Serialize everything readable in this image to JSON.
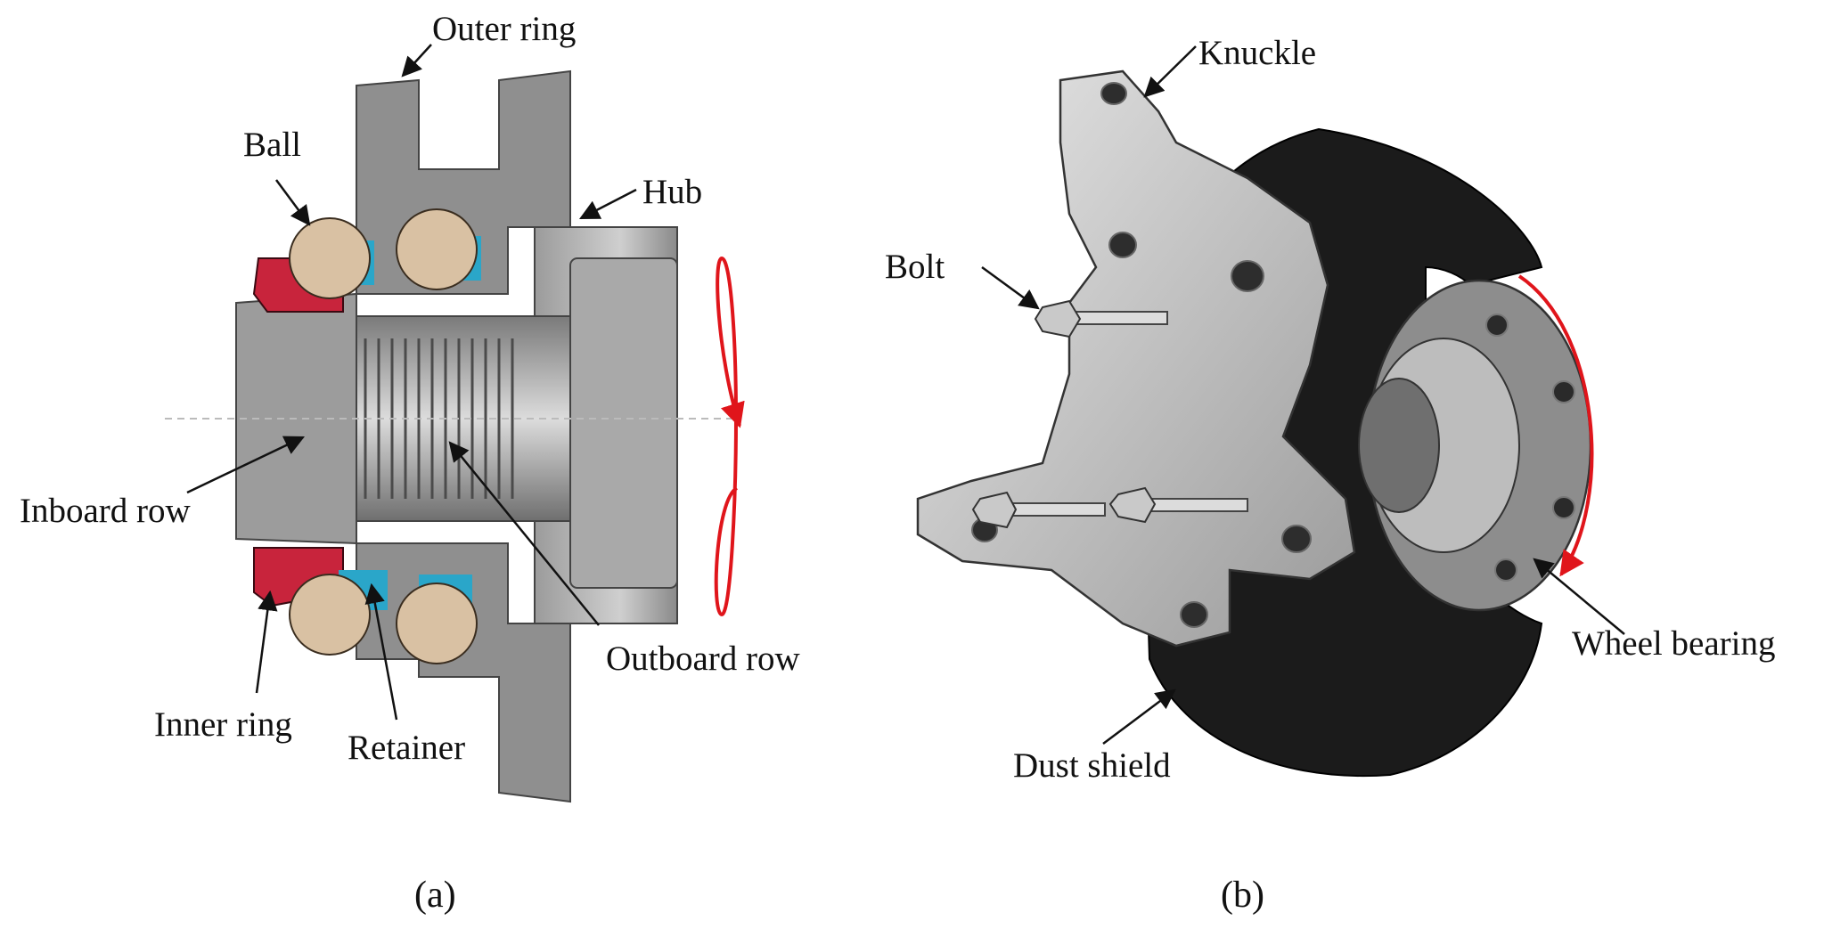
{
  "panel_a": {
    "caption": "(a)",
    "labels": {
      "outer_ring": "Outer ring",
      "ball": "Ball",
      "hub": "Hub",
      "inboard_row": "Inboard row",
      "outboard_row": "Outboard row",
      "inner_ring": "Inner ring",
      "retainer": "Retainer"
    }
  },
  "panel_b": {
    "caption": "(b)",
    "labels": {
      "knuckle": "Knuckle",
      "bolt": "Bolt",
      "wheel_bearing": "Wheel bearing",
      "dust_shield": "Dust shield"
    }
  },
  "colors": {
    "metal_light": "#b9b9b9",
    "metal_mid": "#8d8d8d",
    "metal_dark": "#555555",
    "seal_red": "#c8243c",
    "ball_tan": "#d9c1a3",
    "retainer_cyan": "#2aa6c9",
    "shield_black": "#1b1b1b",
    "rotation_arrow": "#e0151b"
  }
}
